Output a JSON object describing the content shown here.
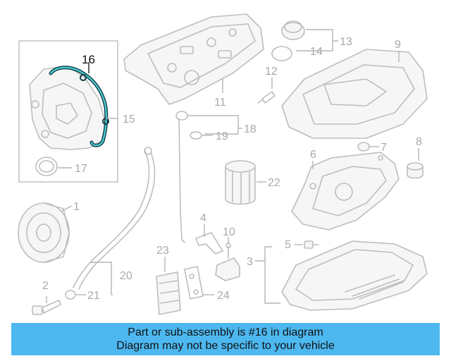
{
  "banner": {
    "line1": "Part or sub-assembly is #16 in diagram",
    "line2": "Diagram may not be specific to your vehicle"
  },
  "highlight_color": "#4db8f0",
  "callouts": {
    "c1": "1",
    "c2": "2",
    "c3": "3",
    "c4": "4",
    "c5": "5",
    "c6": "6",
    "c7": "7",
    "c8": "8",
    "c9": "9",
    "c10": "10",
    "c11": "11",
    "c12": "12",
    "c13": "13",
    "c14": "14",
    "c15": "15",
    "c16": "16",
    "c17": "17",
    "c18": "18",
    "c19": "19",
    "c20": "20",
    "c21": "21",
    "c22": "22",
    "c23": "23",
    "c24": "24"
  }
}
